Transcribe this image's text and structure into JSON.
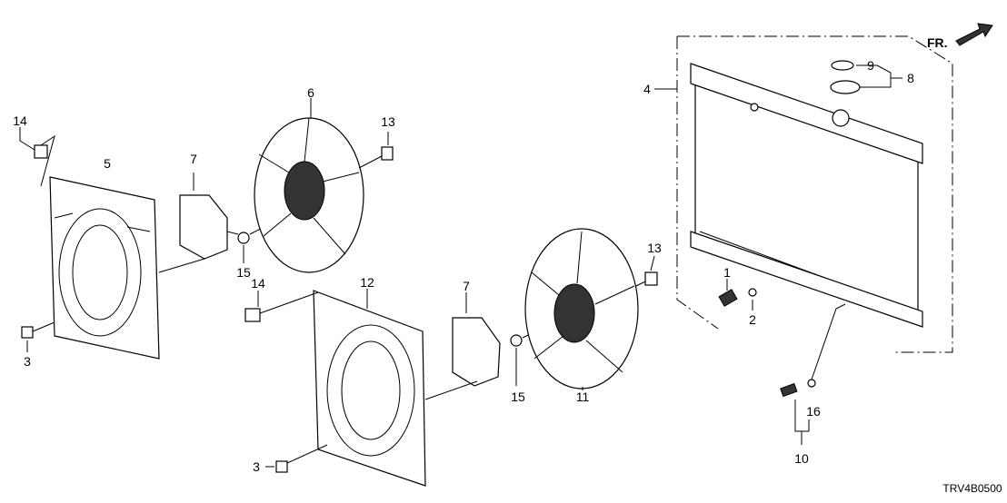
{
  "diagram": {
    "code": "TRV4B0500",
    "direction_label": "FR.",
    "callouts": [
      "14",
      "5",
      "7",
      "6",
      "13",
      "15",
      "3",
      "14",
      "12",
      "7",
      "15",
      "11",
      "13",
      "1",
      "2",
      "4",
      "9",
      "8",
      "16",
      "10",
      "3"
    ]
  }
}
